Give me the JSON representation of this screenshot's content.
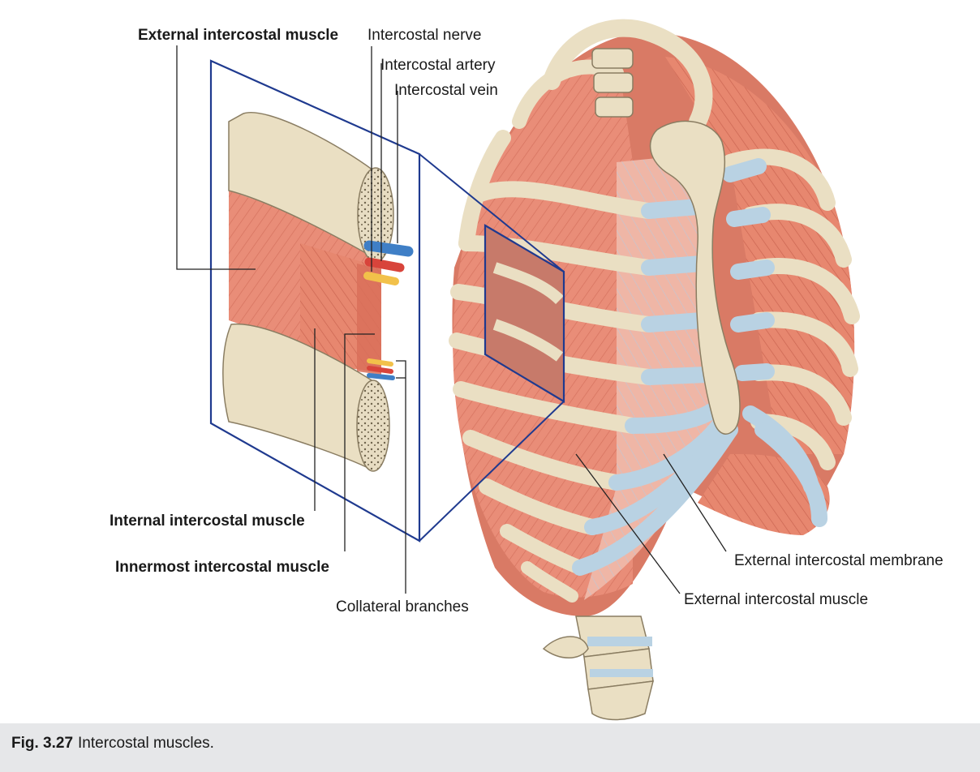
{
  "labels": {
    "external_intercostal_muscle_inset": "External intercostal muscle",
    "intercostal_nerve": "Intercostal nerve",
    "intercostal_artery": "Intercostal artery",
    "intercostal_vein": "Intercostal vein",
    "internal_intercostal_muscle": "Internal intercostal muscle",
    "innermost_intercostal_muscle": "Innermost intercostal muscle",
    "collateral_branches": "Collateral branches",
    "external_intercostal_membrane": "External intercostal membrane",
    "external_intercostal_muscle": "External intercostal muscle"
  },
  "caption": {
    "figure_number": "Fig. 3.27",
    "text": "Intercostal muscles."
  },
  "colors": {
    "muscle": "#e98d78",
    "muscle_dark": "#c9634f",
    "bone": "#eadfc3",
    "bone_edge": "#8a7d62",
    "cartilage": "#b9d2e3",
    "frame": "#1f3a8f",
    "nerve": "#f2c14a",
    "artery": "#d8443b",
    "vein": "#3f7fc6",
    "caption_bg": "#e6e7e9"
  }
}
